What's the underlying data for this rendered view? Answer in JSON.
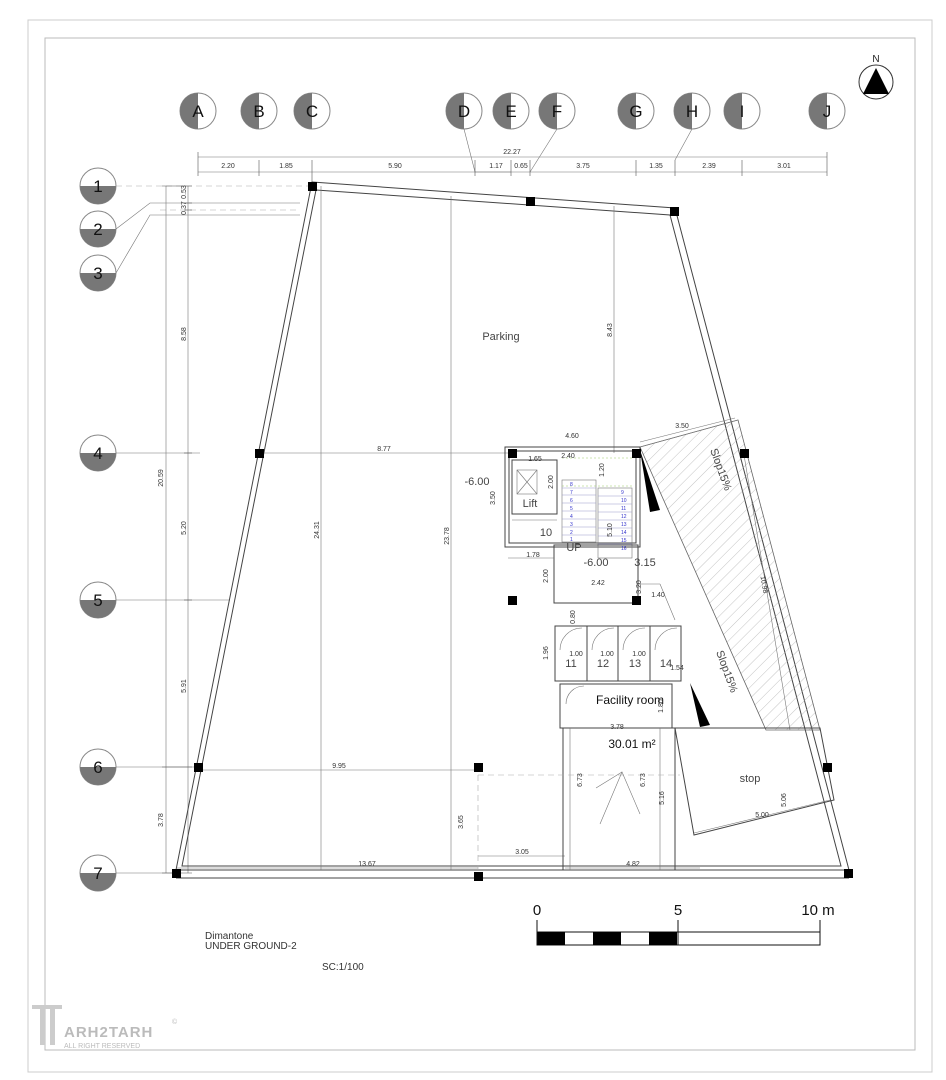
{
  "north_label": "N",
  "grid_columns": [
    "A",
    "B",
    "C",
    "D",
    "E",
    "F",
    "G",
    "H",
    "I",
    "J"
  ],
  "grid_rows": [
    "1",
    "2",
    "3",
    "4",
    "5",
    "6",
    "7"
  ],
  "top_dimensions": {
    "overall": "22.27",
    "segments": [
      "2.20",
      "1.85",
      "5.90",
      "1.17",
      "0.65",
      "3.75",
      "1.35",
      "2.39",
      "3.01"
    ]
  },
  "left_dimensions": {
    "overall": "20.59",
    "top_small": "0.37",
    "top_small2": "0.53",
    "segments": [
      "8.58",
      "5.20",
      "5.91",
      "3.78"
    ]
  },
  "interior_dimensions": {
    "d_24_31": "24.31",
    "d_23_78": "23.78",
    "d_8_43": "8.43",
    "d_8_77": "8.77",
    "d_9_95": "9.95",
    "d_13_67": "13.67",
    "d_4_60": "4.60",
    "d_3_50_top": "3.50",
    "d_2_40": "2.40",
    "d_1_65": "1.65",
    "d_1_20": "1.20",
    "d_2_00_a": "2.00",
    "d_3_50_side": "3.50",
    "d_5_10": "5.10",
    "d_1_78": "1.78",
    "d_3_15": "3.15",
    "d_3_20": "3.20",
    "d_2_00_b": "2.00",
    "d_2_42": "2.42",
    "d_1_40": "1.40",
    "d_0_80": "0.80",
    "d_1_96": "1.96",
    "d_1_00_a": "1.00",
    "d_1_00_b": "1.00",
    "d_1_00_c": "1.00",
    "d_1_54": "1.54",
    "d_1_80": "1.80",
    "d_3_78_mid": "3.78",
    "d_6_73_a": "6.73",
    "d_6_73_b": "6.73",
    "d_5_16": "5.16",
    "d_5_06": "5.06",
    "d_5_00": "5.00",
    "d_3_65": "3.65",
    "d_3_05": "3.05",
    "d_4_82": "4.82",
    "d_10_98": "10.98"
  },
  "rooms": {
    "parking": "Parking",
    "lift": "Lift",
    "room_10": "10",
    "up": "UP",
    "level_a": "-6.00",
    "level_b": "-6.00",
    "room_11": "11",
    "room_12": "12",
    "room_13": "13",
    "room_14": "14",
    "facility": "Facility room",
    "area": "30.01 m²",
    "stop": "stop",
    "slope_a": "Slop15%",
    "slope_b": "Slop15%"
  },
  "stair_steps_left": [
    "1",
    "2",
    "3",
    "4",
    "5",
    "6",
    "7",
    "8"
  ],
  "stair_steps_right": [
    "9",
    "10",
    "11",
    "12",
    "13",
    "14",
    "15",
    "16"
  ],
  "scale_bar": {
    "l0": "0",
    "l5": "5",
    "l10": "10 m"
  },
  "title_block": {
    "project": "Dimantone",
    "sheet": "UNDER GROUND-2",
    "scale": "SC:1/100"
  },
  "logo": {
    "name": "ARH2TARH",
    "sub": "ALL RIGHT RESERVED",
    "mark": "©"
  }
}
